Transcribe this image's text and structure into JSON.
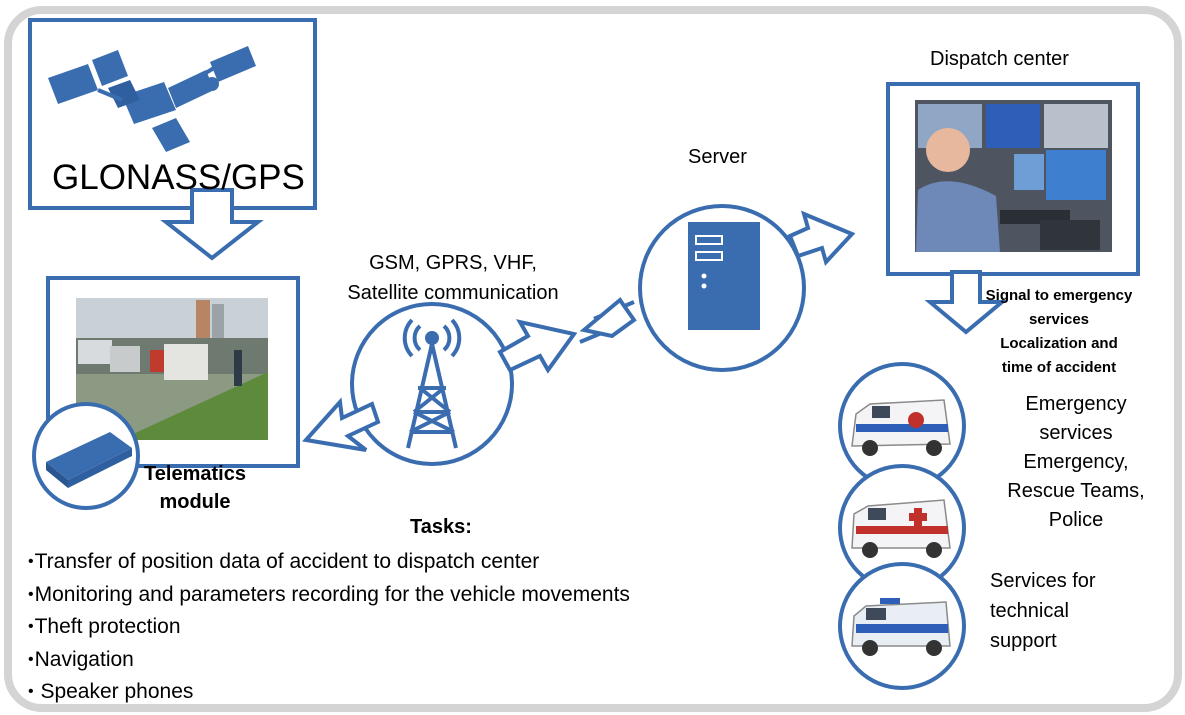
{
  "satellite": {
    "label": "GLONASS/GPS"
  },
  "telematics": {
    "label_line1": "Telematics",
    "label_line2": "module"
  },
  "comm": {
    "line1": "GSM, GPRS, VHF,",
    "line2": "Satellite communication"
  },
  "server": {
    "label": "Server"
  },
  "dispatch": {
    "label": "Dispatch center"
  },
  "signal": {
    "line1": "Signal to emergency",
    "line2": "services",
    "line3": "Localization and",
    "line4": "time of accident"
  },
  "emergency": {
    "line1": "Emergency",
    "line2": "services",
    "line3": "Emergency,",
    "line4": "Rescue Teams,",
    "line5": "Police"
  },
  "technical": {
    "line1": "Services for",
    "line2": "technical",
    "line3": "support"
  },
  "tasks": {
    "title": "Tasks:",
    "items": [
      "Transfer of  position data of accident to dispatch center",
      "Monitoring and  parameters recording for the vehicle movements",
      "Theft protection",
      "Navigation",
      " Speaker phones"
    ]
  },
  "colors": {
    "accent": "#3A6DB0",
    "frame": "#D4D4D4",
    "photo_bg": "#8C9A84"
  }
}
